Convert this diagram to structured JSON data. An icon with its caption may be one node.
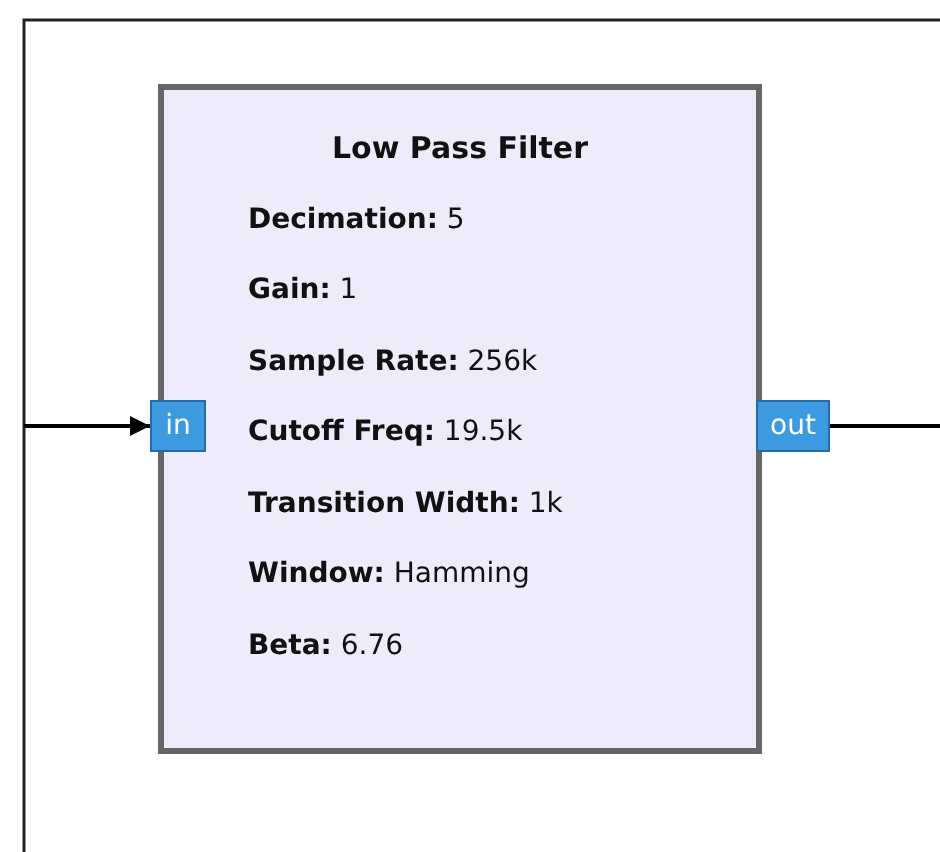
{
  "diagram": {
    "nodes": [
      {
        "text": [
          "Low Pass Filter",
          "**Decimation:** 5",
          "**Gain:** 1",
          "**Sample Rate:** 256k",
          "**Cutoff Freq:** 19.5k",
          "**Transition Width:** 1k",
          "**Window:** Hamming",
          "**Beta:** 6.76"
        ]
      },
      {
        "text": [
          "in"
        ]
      },
      {
        "text": [
          "out"
        ]
      }
    ],
    "edges": [
      {
        "from": null,
        "to": 1,
        "arrow": "to"
      },
      {
        "from": 2,
        "to": null,
        "arrow": "none"
      }
    ]
  }
}
